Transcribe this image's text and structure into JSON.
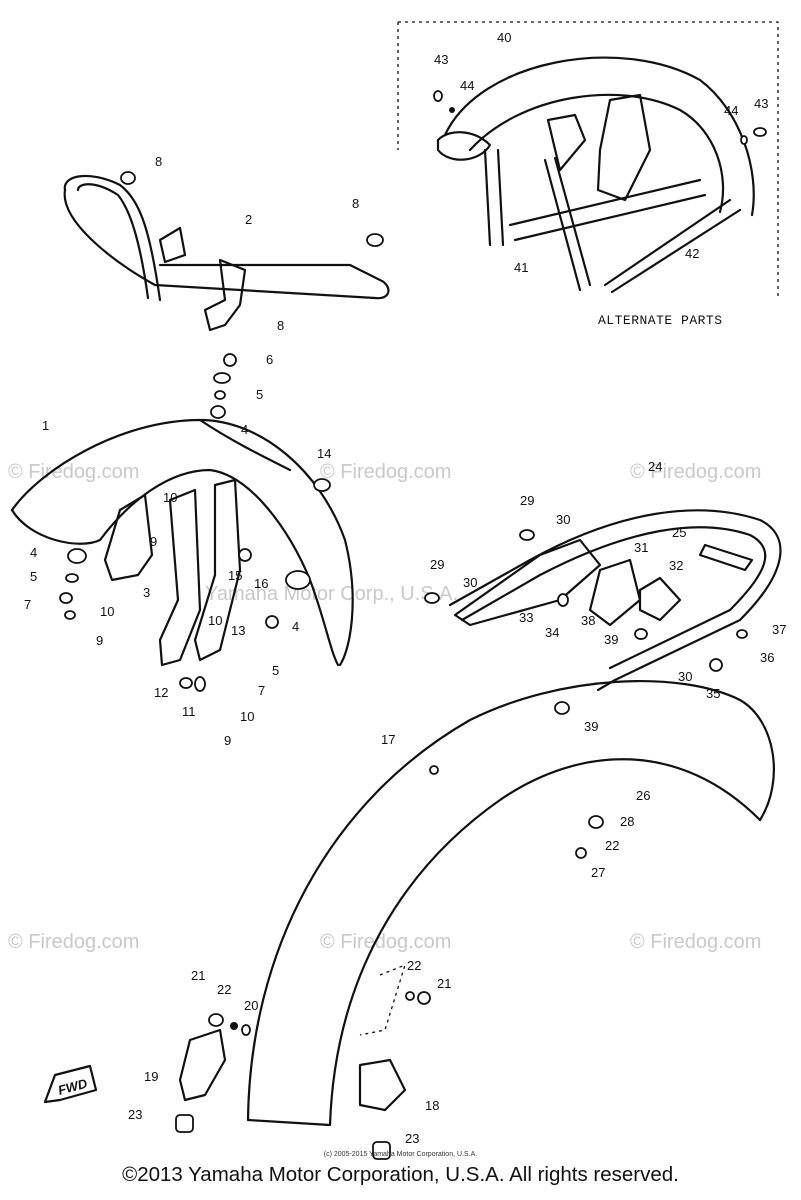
{
  "diagram": {
    "alternate_label": "ALTERNATE PARTS",
    "fwd_label": "FWD",
    "watermark": "© Firedog.com",
    "watermark_center": "Yamaha Motor Corp., U.S.A.",
    "callouts": [
      {
        "id": "c40",
        "text": "40"
      },
      {
        "id": "c43a",
        "text": "43"
      },
      {
        "id": "c44a",
        "text": "44"
      },
      {
        "id": "c44b",
        "text": "44"
      },
      {
        "id": "c43b",
        "text": "43"
      },
      {
        "id": "c41",
        "text": "41"
      },
      {
        "id": "c42",
        "text": "42"
      },
      {
        "id": "c8a",
        "text": "8"
      },
      {
        "id": "c2",
        "text": "2"
      },
      {
        "id": "c8b",
        "text": "8"
      },
      {
        "id": "c8c",
        "text": "8"
      },
      {
        "id": "c6",
        "text": "6"
      },
      {
        "id": "c5a",
        "text": "5"
      },
      {
        "id": "c4a",
        "text": "4"
      },
      {
        "id": "c1",
        "text": "1"
      },
      {
        "id": "c14",
        "text": "14"
      },
      {
        "id": "c10a",
        "text": "10"
      },
      {
        "id": "c9a",
        "text": "9"
      },
      {
        "id": "c15",
        "text": "15"
      },
      {
        "id": "c16",
        "text": "16"
      },
      {
        "id": "c4b",
        "text": "4"
      },
      {
        "id": "c5b",
        "text": "5"
      },
      {
        "id": "c7a",
        "text": "7"
      },
      {
        "id": "c10b",
        "text": "10"
      },
      {
        "id": "c9b",
        "text": "9"
      },
      {
        "id": "c3",
        "text": "3"
      },
      {
        "id": "c10c",
        "text": "10"
      },
      {
        "id": "c13",
        "text": "13"
      },
      {
        "id": "c4c",
        "text": "4"
      },
      {
        "id": "c5c",
        "text": "5"
      },
      {
        "id": "c7b",
        "text": "7"
      },
      {
        "id": "c12",
        "text": "12"
      },
      {
        "id": "c11",
        "text": "11"
      },
      {
        "id": "c10d",
        "text": "10"
      },
      {
        "id": "c9c",
        "text": "9"
      },
      {
        "id": "c24",
        "text": "24"
      },
      {
        "id": "c29a",
        "text": "29"
      },
      {
        "id": "c30a",
        "text": "30"
      },
      {
        "id": "c25",
        "text": "25"
      },
      {
        "id": "c31",
        "text": "31"
      },
      {
        "id": "c29b",
        "text": "29"
      },
      {
        "id": "c30b",
        "text": "30"
      },
      {
        "id": "c32",
        "text": "32"
      },
      {
        "id": "c33",
        "text": "33"
      },
      {
        "id": "c34",
        "text": "34"
      },
      {
        "id": "c38",
        "text": "38"
      },
      {
        "id": "c39a",
        "text": "39"
      },
      {
        "id": "c37",
        "text": "37"
      },
      {
        "id": "c36",
        "text": "36"
      },
      {
        "id": "c30c",
        "text": "30"
      },
      {
        "id": "c35",
        "text": "35"
      },
      {
        "id": "c39b",
        "text": "39"
      },
      {
        "id": "c17",
        "text": "17"
      },
      {
        "id": "c26",
        "text": "26"
      },
      {
        "id": "c28",
        "text": "28"
      },
      {
        "id": "c22a",
        "text": "22"
      },
      {
        "id": "c27",
        "text": "27"
      },
      {
        "id": "c22b",
        "text": "22"
      },
      {
        "id": "c21a",
        "text": "21"
      },
      {
        "id": "c21b",
        "text": "21"
      },
      {
        "id": "c22c",
        "text": "22"
      },
      {
        "id": "c20",
        "text": "20"
      },
      {
        "id": "c19",
        "text": "19"
      },
      {
        "id": "c18",
        "text": "18"
      },
      {
        "id": "c23a",
        "text": "23"
      },
      {
        "id": "c23b",
        "text": "23"
      }
    ]
  },
  "footer": {
    "fine_print": "(c) 2005-2015 Yamaha Motor Corporation, U.S.A.",
    "copyright": "©2013 Yamaha Motor Corporation, U.S.A. All rights reserved."
  }
}
